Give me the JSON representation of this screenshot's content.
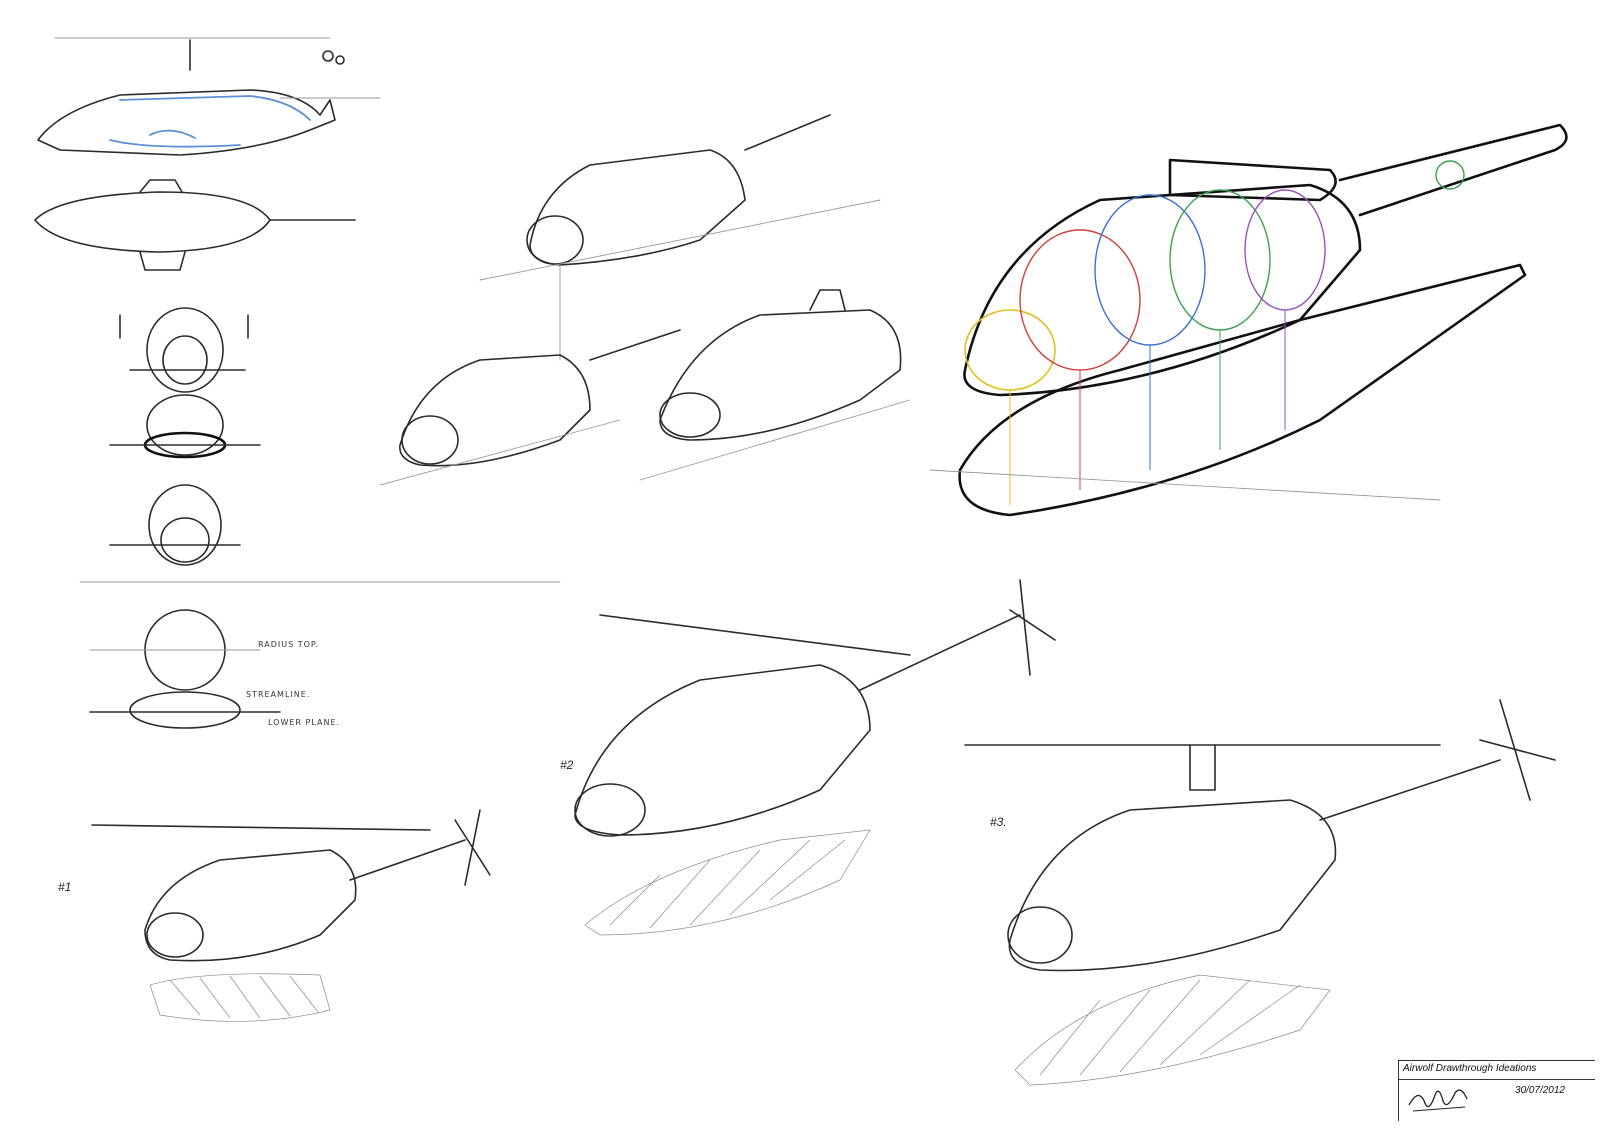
{
  "sheet": {
    "title_block": {
      "title": "Airwolf Drawthrough Ideations",
      "date": "30/07/2012"
    },
    "labels": {
      "concept_1": "#1",
      "concept_2": "#2",
      "concept_3": "#3."
    },
    "annotations": {
      "radius_top": "RADIUS TOP.",
      "streamline": "STREAMLINE.",
      "lower_plane": "LOWER PLANE."
    },
    "colors": {
      "ink": "#2b2b2b",
      "pencil": "#9a9a9a",
      "highlight_blue": "#5b8fd6",
      "section_red": "#d04040",
      "section_green": "#3aa050",
      "section_blue": "#3a6fd0",
      "section_yellow": "#e0c020",
      "section_purple": "#9a50c0"
    }
  }
}
